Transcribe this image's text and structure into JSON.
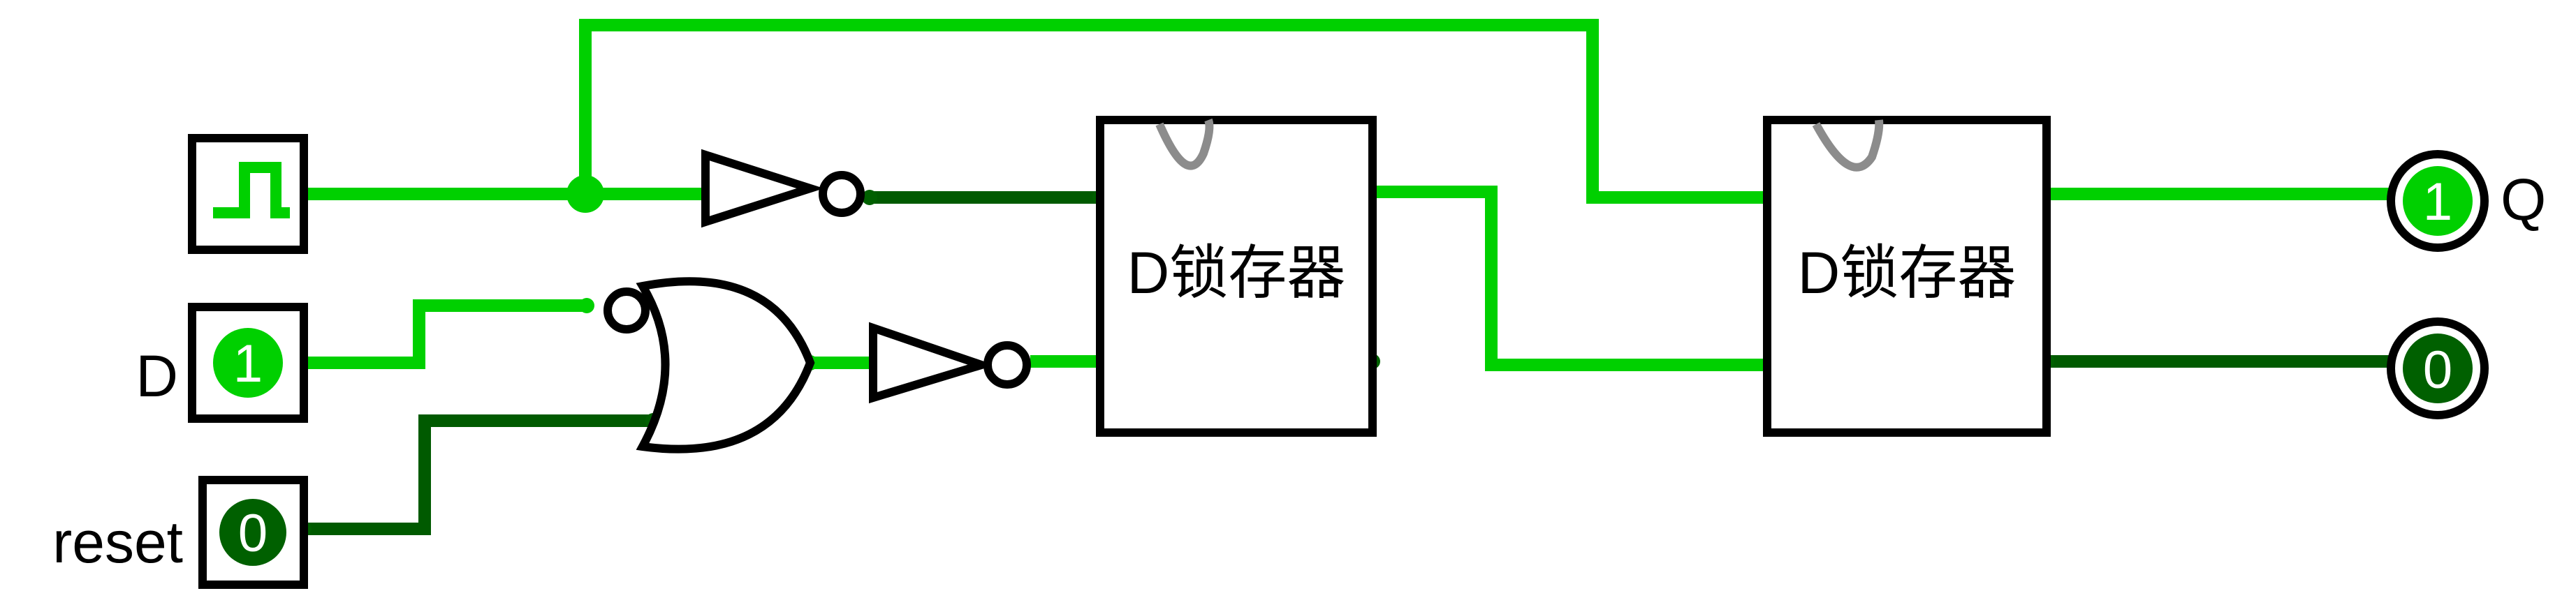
{
  "colors": {
    "wire_high": "#00d000",
    "wire_low": "#005a00",
    "pin_high": "#00d000",
    "pin_low": "#006000",
    "component_stroke": "#000000",
    "clock_mark": "#8c8c8c",
    "background": "#ffffff"
  },
  "inputs": {
    "clock": {
      "icon": "clock-square-wave-icon"
    },
    "d": {
      "label": "D",
      "value": "1"
    },
    "reset": {
      "label": "reset",
      "value": "0"
    }
  },
  "gates": {
    "clock_inverter": {
      "type": "NOT"
    },
    "nor": {
      "type": "NOR",
      "inverted_input": "D"
    },
    "nor_inverter": {
      "type": "NOT"
    }
  },
  "latches": [
    {
      "label": "D锁存器"
    },
    {
      "label": "D锁存器"
    }
  ],
  "outputs": {
    "q": {
      "label": "Q",
      "value": "1"
    },
    "q_bar": {
      "label": "",
      "value": "0"
    }
  }
}
